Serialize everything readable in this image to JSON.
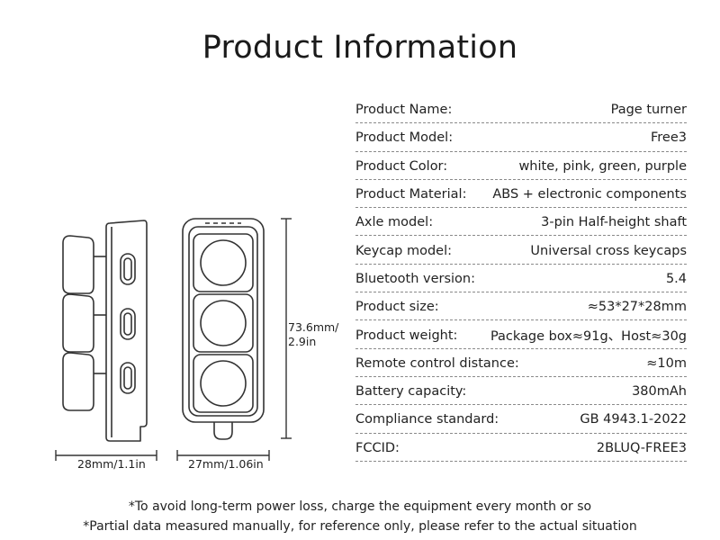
{
  "page": {
    "title": "Product Information"
  },
  "specs": [
    {
      "label": "Product Name:",
      "value": "Page turner"
    },
    {
      "label": "Product Model:",
      "value": "Free3"
    },
    {
      "label": "Product Color:",
      "value": "white, pink, green,  purple"
    },
    {
      "label": "Product Material:",
      "value": "ABS + electronic components"
    },
    {
      "label": "Axle model:",
      "value": "3-pin Half-height shaft"
    },
    {
      "label": "Keycap model:",
      "value": "Universal cross keycaps"
    },
    {
      "label": "Bluetooth version:",
      "value": "5.4"
    },
    {
      "label": "Product size:",
      "value": "≈53*27*28mm"
    },
    {
      "label": "Product weight:",
      "value": "Package box≈91g、Host≈30g"
    },
    {
      "label": "Remote control distance:",
      "value": "≈10m"
    },
    {
      "label": "Battery capacity:",
      "value": "380mAh"
    },
    {
      "label": "Compliance standard:",
      "value": "GB 4943.1-2022"
    },
    {
      "label": "FCCID:",
      "value": "2BLUQ-FREE3"
    }
  ],
  "dimensions": {
    "height_line1": "73.6mm/",
    "height_line2": "2.9in",
    "side_width": "28mm/1.1in",
    "front_width": "27mm/1.06in"
  },
  "footnotes": {
    "note1": "*To avoid long-term power loss, charge the equipment every month or so",
    "note2": "*Partial data measured manually, for reference only, please refer to the actual situation"
  }
}
